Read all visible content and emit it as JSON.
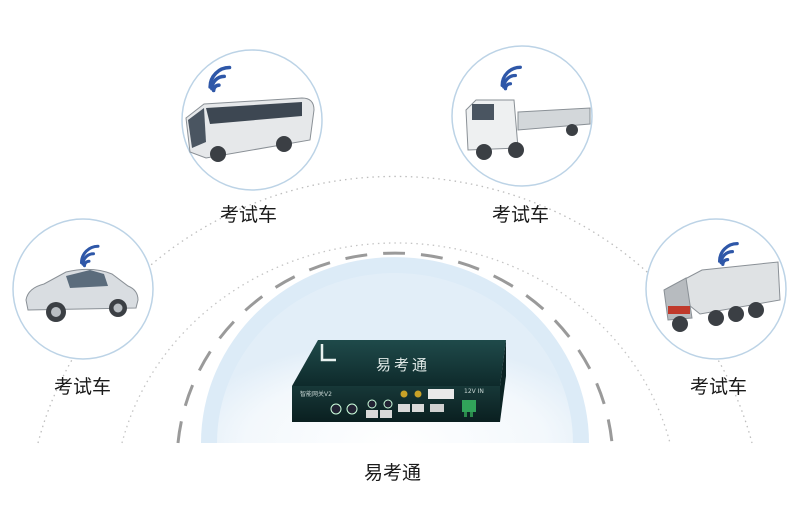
{
  "vehicles": [
    {
      "id": "car",
      "icon": "car-icon",
      "label": "考试车"
    },
    {
      "id": "bus",
      "icon": "bus-icon",
      "label": "考试车"
    },
    {
      "id": "truck",
      "icon": "truck-icon",
      "label": "考试车"
    },
    {
      "id": "dumptruck",
      "icon": "dump-truck-icon",
      "label": "考试车"
    }
  ],
  "device": {
    "brand_text": "易考通",
    "model_text": "智能网关V2",
    "power_text": "12V IN",
    "caption": "易考通"
  },
  "colors": {
    "ring": "#bcd3e6",
    "glow": "#cfe6f8",
    "wifi": "#2e57a8",
    "dash": "#9a9a9a",
    "box": "#153c3c"
  }
}
